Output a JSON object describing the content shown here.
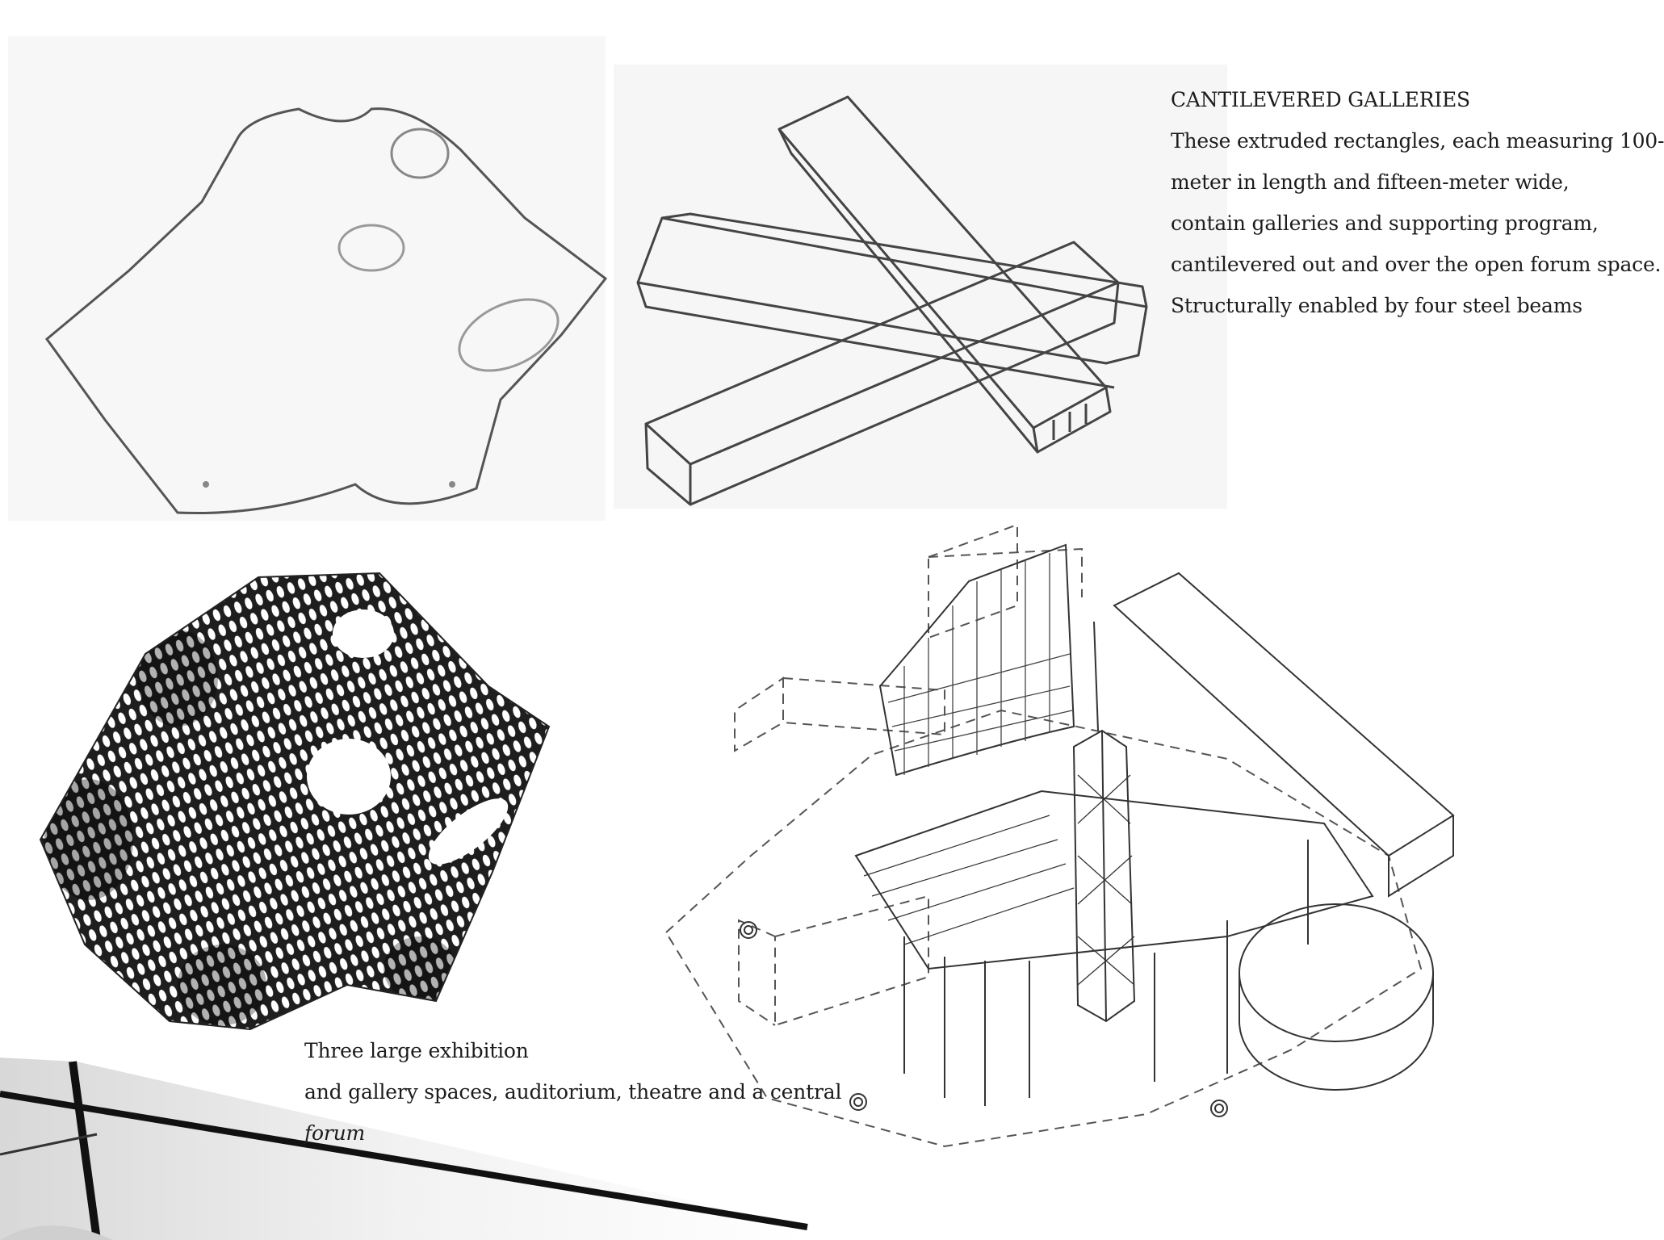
{
  "galleries": {
    "heading": "CANTILEVERED GALLERIES",
    "lines": [
      "These extruded rectangles, each measuring 100-",
      "meter in length and fifteen-meter wide,",
      "contain galleries and supporting program,",
      "cantilevered out and over the open forum space.",
      "Structurally enabled by four steel beams"
    ]
  },
  "exhibition": {
    "lines": [
      "Three large exhibition",
      "and gallery spaces, auditorium, theatre and a central"
    ],
    "emphasis": "forum"
  },
  "colors": {
    "background": "#ffffff",
    "text": "#1c1c1c",
    "line_drawing": "#444444",
    "panel_tint": "#f6f6f6"
  }
}
